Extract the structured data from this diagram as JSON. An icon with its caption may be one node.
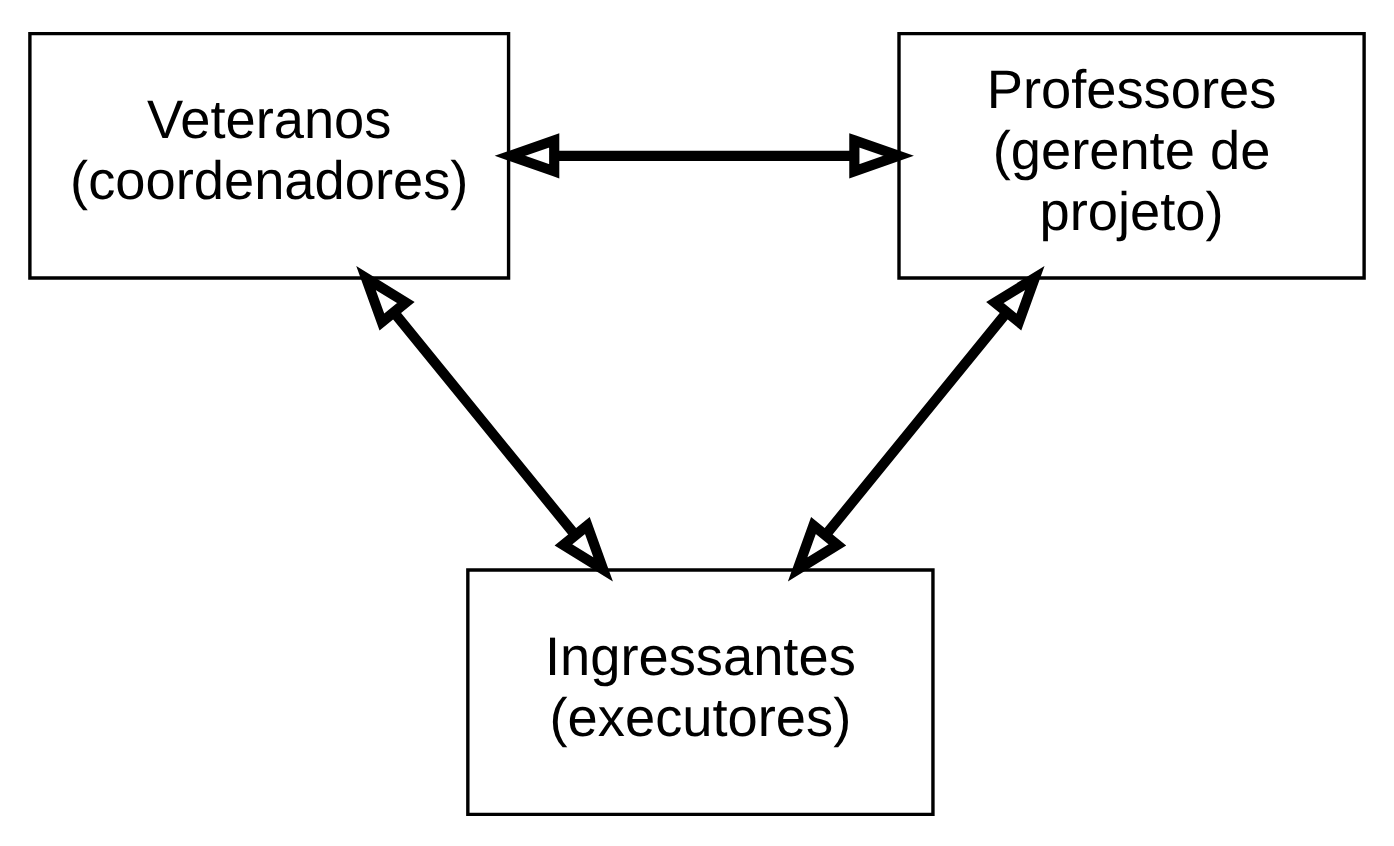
{
  "diagram": {
    "nodes": [
      {
        "text": [
          "Veteranos (coordenadores)"
        ]
      },
      {
        "text": [
          "Professores (gerente de projeto)"
        ]
      },
      {
        "text": [
          "Ingressantes (executores)"
        ]
      }
    ],
    "edges": [
      {
        "from": 0,
        "to": 1,
        "arrow": "both"
      },
      {
        "from": 0,
        "to": 2,
        "arrow": "both"
      },
      {
        "from": 1,
        "to": 2,
        "arrow": "both"
      }
    ]
  }
}
